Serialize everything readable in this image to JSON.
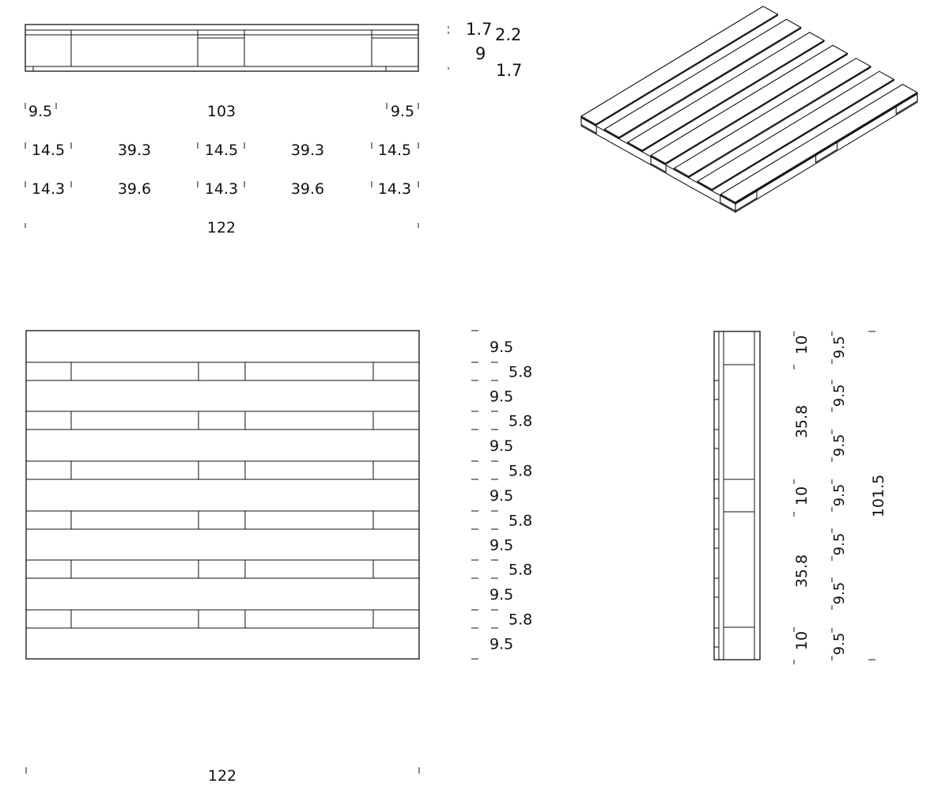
{
  "drawing": {
    "stroke_color": "#111111",
    "background": "#ffffff"
  },
  "front_view": {
    "right_dims": [
      "1.7",
      "2.2",
      "9",
      "1.7"
    ],
    "row1": [
      "9.5",
      "103",
      "9.5"
    ],
    "row2": [
      "14.5",
      "39.3",
      "14.5",
      "39.3",
      "14.5"
    ],
    "row3": [
      "14.3",
      "39.6",
      "14.3",
      "39.6",
      "14.3"
    ],
    "overall": "122"
  },
  "plan_view": {
    "right_dims": [
      "9.5",
      "5.8",
      "9.5",
      "5.8",
      "9.5",
      "5.8",
      "9.5",
      "5.8",
      "9.5",
      "5.8",
      "9.5",
      "5.8",
      "9.5"
    ],
    "overall": "122"
  },
  "side_view": {
    "col1": [
      "10",
      "35.8",
      "10",
      "35.8",
      "10"
    ],
    "col2": [
      "9.5",
      "9.5",
      "9.5",
      "9.5",
      "9.5",
      "9.5",
      "9.5"
    ],
    "overall": "101.5"
  }
}
